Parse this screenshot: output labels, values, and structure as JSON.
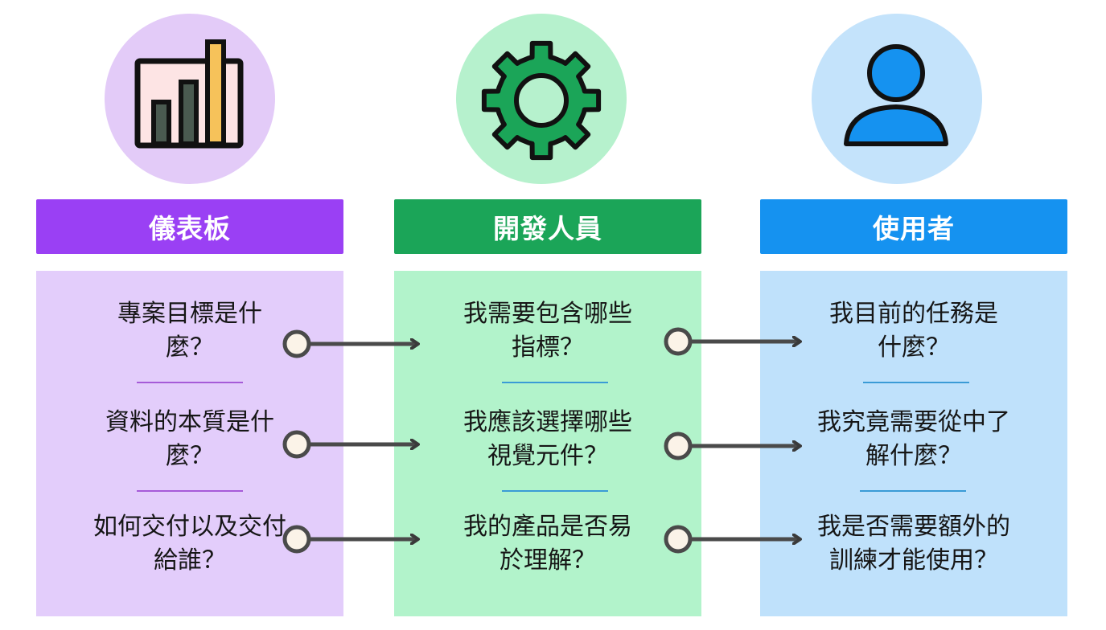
{
  "columns": [
    {
      "title": "儀表板",
      "icon": "bar-chart-icon",
      "color": "#9a40f4",
      "questions": [
        {
          "line1": "專案目標是什",
          "line2": "麼？"
        },
        {
          "line1": "資料的本質是什",
          "line2": "麼？"
        },
        {
          "line1": "如何交付以及交付",
          "line2": "給誰？"
        }
      ]
    },
    {
      "title": "開發人員",
      "icon": "gear-icon",
      "color": "#1ba558",
      "questions": [
        {
          "line1": "我需要包含哪些",
          "line2": "指標？"
        },
        {
          "line1": "我應該選擇哪些",
          "line2": "視覺元件？"
        },
        {
          "line1": "我的產品是否易",
          "line2": "於理解？"
        }
      ]
    },
    {
      "title": "使用者",
      "icon": "user-icon",
      "color": "#1592f0",
      "questions": [
        {
          "line1": "我目前的任務是",
          "line2": "什麼？"
        },
        {
          "line1": "我究竟需要從中了",
          "line2": "解什麼？"
        },
        {
          "line1": "我是否需要額外的",
          "line2": "訓練才能使用？"
        }
      ]
    }
  ]
}
